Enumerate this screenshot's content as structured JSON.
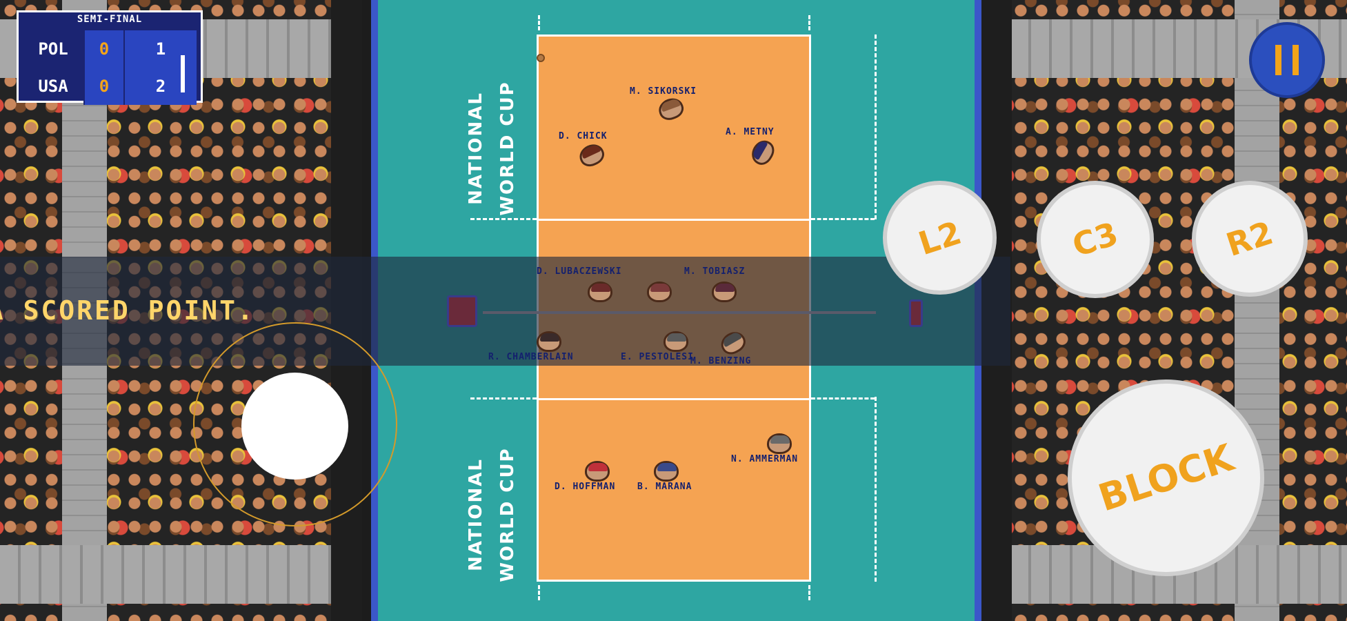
{
  "scoreboard": {
    "round": "SEMI-FINAL",
    "teams": [
      {
        "name": "POL",
        "sets": "0",
        "points": "1"
      },
      {
        "name": "USA",
        "sets": "0",
        "points": "2"
      }
    ]
  },
  "court": {
    "logo_top": [
      "NATIONAL",
      "WORLD CUP"
    ],
    "logo_bottom": [
      "NATIONAL",
      "WORLD CUP"
    ],
    "colors": {
      "floor": "#2ea6a2",
      "court": "#f5a352",
      "line": "#ffffff"
    }
  },
  "players": [
    {
      "label": "M. SIKORSKI",
      "hair": "#8a5a3a"
    },
    {
      "label": "D. CHICK",
      "hair": "#6a2a1a"
    },
    {
      "label": "A. METNY",
      "hair": "#2a2a6a"
    },
    {
      "label": "D. LUBACZEWSKI",
      "hair": "#6a2a2a"
    },
    {
      "label": "M. TOBIASZ",
      "hair": "#5a2a3a"
    },
    {
      "label": "R. CHAMBERLAIN",
      "hair": "#3a2a2a"
    },
    {
      "label": "E. PESTOLESI",
      "hair": "#5a5a5a"
    },
    {
      "label": "M. BENZING",
      "hair": "#4a4a4a"
    },
    {
      "label": "N. AMMERMAN",
      "hair": "#6a6a6a"
    },
    {
      "label": "D. HOFFMAN",
      "hair": "#c0303a"
    },
    {
      "label": "B. MARANA",
      "hair": "#3a4a8a"
    }
  ],
  "banner": {
    "text": "USA SCORED POINT."
  },
  "controls": {
    "l2": "L2",
    "c3": "C3",
    "r2": "R2",
    "block": "BLOCK",
    "pause_icon": "pause-icon",
    "accent": "#f0a21e"
  }
}
